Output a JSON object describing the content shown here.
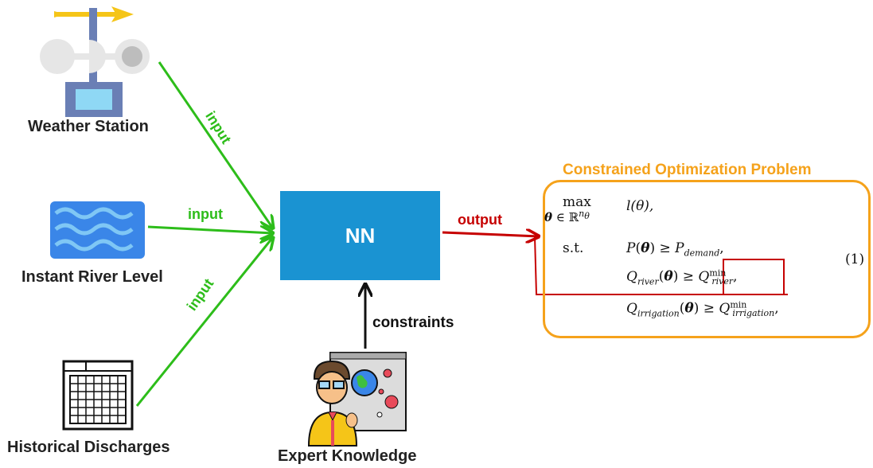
{
  "sources": {
    "weather_station": "Weather Station",
    "river_level": "Instant River Level",
    "historical": "Historical Discharges",
    "expert": "Expert Knowledge"
  },
  "nn_label": "NN",
  "arrows": {
    "input1": "input",
    "input2": "input",
    "input3": "input",
    "output": "output",
    "constraints": "constraints"
  },
  "problem": {
    "title": "Constrained Optimization Problem",
    "max": "max",
    "st": "s.t.",
    "objective": "l(θ),",
    "eq_number": "(1)"
  },
  "colors": {
    "input_arrow": "#2dbd1a",
    "output_arrow": "#c60000",
    "nn_box": "#1a93d2",
    "problem_border": "#f5a21b"
  }
}
